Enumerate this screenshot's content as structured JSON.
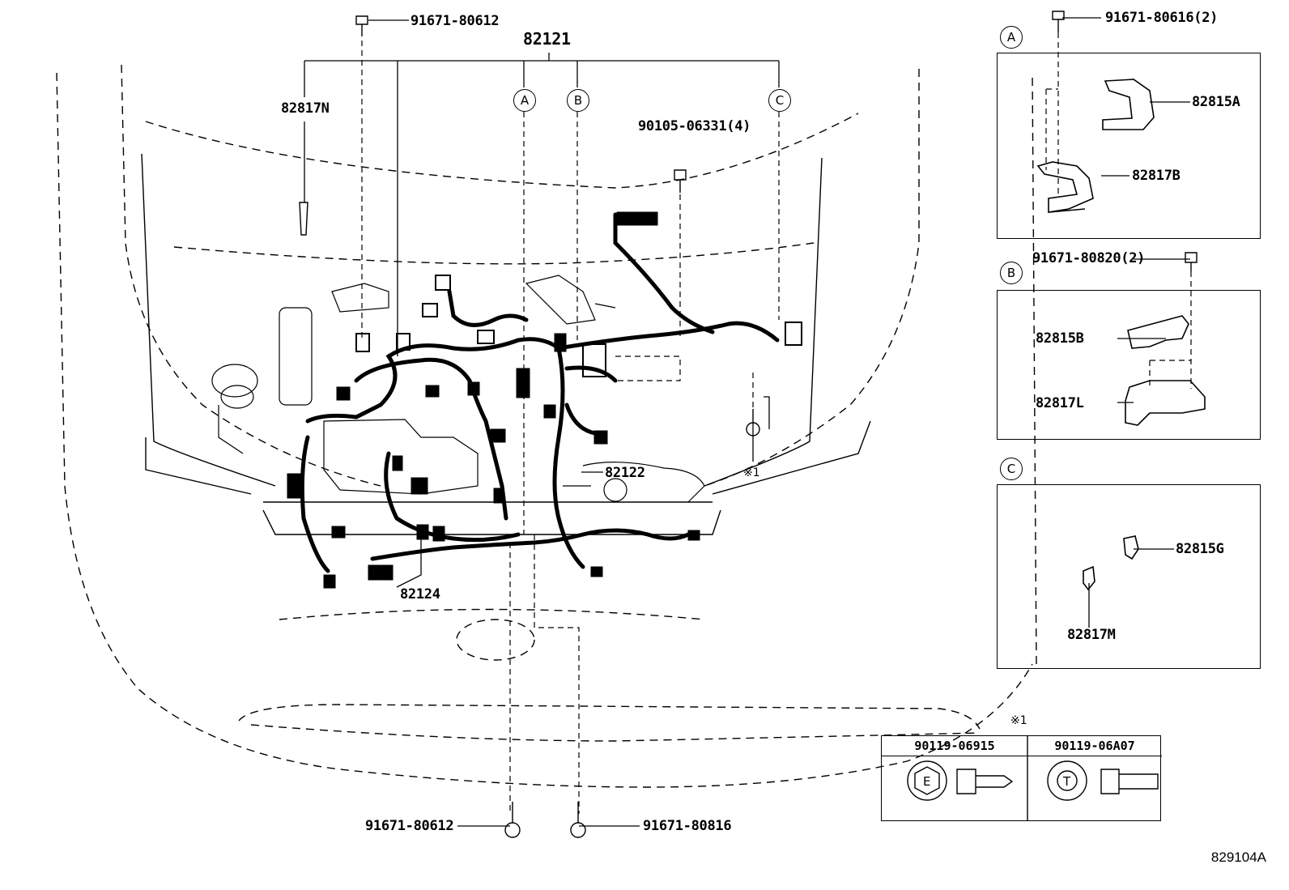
{
  "harness": {
    "main_part": "82121",
    "engine_room_no2": "82122",
    "wire_82124": "82124",
    "protector_82817N": "82817N"
  },
  "fasteners": {
    "top_bolt": "91671-80612",
    "center_bolt": "90105-06331(4)",
    "bottom_left_bolt": "91671-80612",
    "bottom_right_bolt": "91671-80816",
    "note_mark": "※1"
  },
  "callouts": {
    "A": "A",
    "B": "B",
    "C": "C"
  },
  "detail_A": {
    "marker": "A",
    "bolt": "91671-80616(2)",
    "part1": "82815A",
    "part2": "82817B"
  },
  "detail_B": {
    "marker": "B",
    "bolt": "91671-80820(2)",
    "part1": "82815B",
    "part2": "82817L"
  },
  "detail_C": {
    "marker": "C",
    "part1": "82815G",
    "part2": "82817M"
  },
  "note_table": {
    "mark": "※1",
    "col1_part": "90119-06915",
    "col1_letter": "E",
    "col2_part": "90119-06A07",
    "col2_letter": "T"
  },
  "illustration_code": "829104A"
}
